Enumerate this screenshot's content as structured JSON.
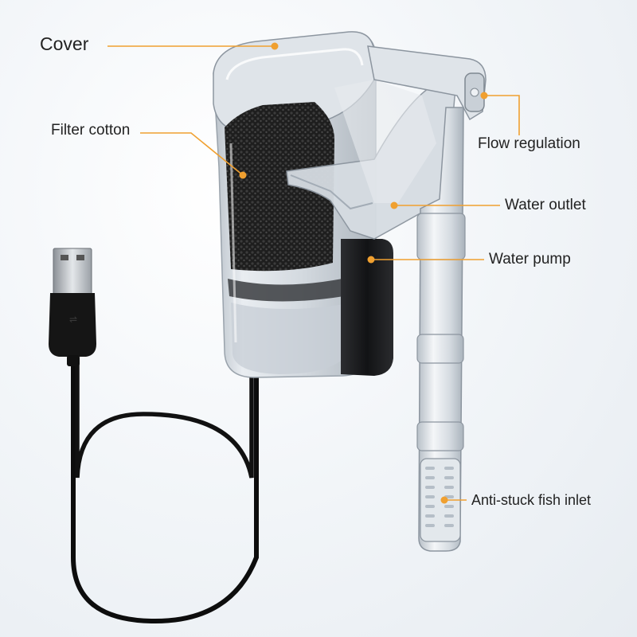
{
  "labels": {
    "cover": "Cover",
    "filter_cotton": "Filter cotton",
    "flow_regulation": "Flow regulation",
    "water_outlet": "Water outlet",
    "water_pump": "Water pump",
    "fish_inlet": "Anti-stuck fish inlet"
  },
  "colors": {
    "leader_line": "#f0a030",
    "label_text": "#222222",
    "cable": "#0d0d0d",
    "housing": "#cdd3d9",
    "pump_body": "#1b1c1e",
    "sponge": "#2a2a2a"
  }
}
